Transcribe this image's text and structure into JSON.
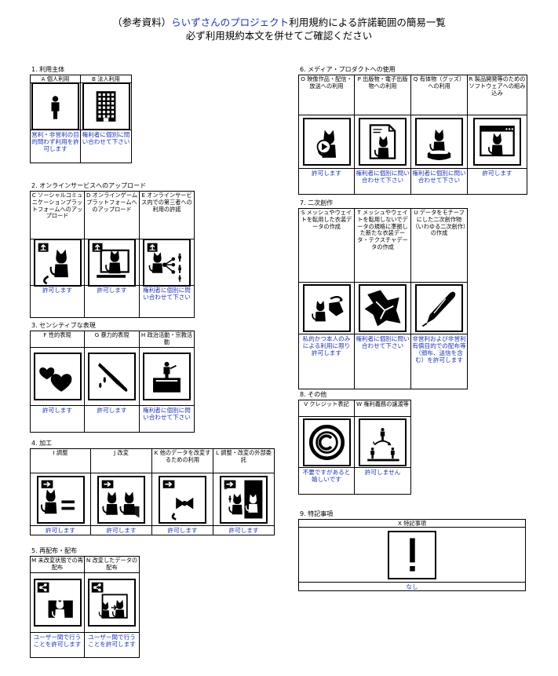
{
  "header": {
    "prefix": "（参考資料）",
    "project": "らいずさんのプロジェクト",
    "suffix": "利用規約による許諾範囲の簡易一覧",
    "subtitle": "必ず利用規約本文を併せてご確認ください"
  },
  "sections": {
    "s1": {
      "title": "1. 利用主体",
      "items": [
        {
          "head": "A 個人利用",
          "icon": "person-icon",
          "foot": "営利・非営利の目的問わず利用を許可します"
        },
        {
          "head": "B 法人利用",
          "icon": "building-icon",
          "foot": "権利者に個別に問い合わせて下さい"
        }
      ]
    },
    "s2": {
      "title": "2. オンラインサービスへのアップロード",
      "items": [
        {
          "head": "C ソーシャルコミュニケーションプラットフォームへのアップロード",
          "icon": "upload-avatar-icon",
          "foot": "許可します"
        },
        {
          "head": "D オンラインゲームプラットフォームへのアップロード",
          "icon": "game-upload-icon",
          "foot": "許可します"
        },
        {
          "head": "E オンラインサービス内での第三者への利用の許諾",
          "icon": "third-party-share-icon",
          "foot": "権利者に個別に問い合わせて下さい"
        }
      ]
    },
    "s3": {
      "title": "3. センシティブな表現",
      "items": [
        {
          "head": "F 性的表現",
          "icon": "hearts-icon",
          "foot": "許可します"
        },
        {
          "head": "G 暴力的表現",
          "icon": "knife-icon",
          "foot": "許可します"
        },
        {
          "head": "H 政治活動・宗教活動",
          "icon": "podium-speaker-icon",
          "foot": "権利者に個別に問い合わせて下さい"
        }
      ]
    },
    "s4": {
      "title": "4. 加工",
      "items": [
        {
          "head": "I 調整",
          "icon": "adjust-icon",
          "foot": "許可します"
        },
        {
          "head": "J 改変",
          "icon": "modify-icon",
          "foot": "許可します"
        },
        {
          "head": "K 他のデータを改変するための利用",
          "icon": "ribbon-modify-icon",
          "foot": "許可します"
        },
        {
          "head": "L 調整・改変の外部委託",
          "icon": "outsourcing-icon",
          "foot": "許可します"
        }
      ]
    },
    "s5": {
      "title": "5. 再配布・配布",
      "items": [
        {
          "head": "M 未改変状態での再配布",
          "icon": "redistribute-icon",
          "foot": "ユーザー間で行うことを許可します"
        },
        {
          "head": "N 改変したデータの配布",
          "icon": "modified-distribute-icon",
          "foot": "ユーザー間で行うことを許可します"
        }
      ]
    },
    "s6": {
      "title": "6. メディア・プロダクトへの使用",
      "items": [
        {
          "head": "O 映像作品・配信・放送への利用",
          "icon": "video-icon",
          "foot": "許可します"
        },
        {
          "head": "P 出版物・電子出版物への利用",
          "icon": "publication-icon",
          "foot": "権利者に個別に問い合わせて下さい"
        },
        {
          "head": "Q 有体物（グッズ）への利用",
          "icon": "figure-goods-icon",
          "foot": "権利者に個別に問い合わせて下さい"
        },
        {
          "head": "R 製品開発等のためのソフトウェアへの組み込み",
          "icon": "software-window-icon",
          "foot": "許可します"
        }
      ]
    },
    "s7": {
      "title": "7. 二次創作",
      "items": [
        {
          "head": "S メッシュやウェイトを転用した衣装データの作成",
          "icon": "costume-reuse-icon",
          "foot": "私的かつ本人のみによる利用に限り許可します"
        },
        {
          "head": "T メッシュやウェイトを転用しないでデータの規格に準拠した新たな衣装データ・テクスチャデータの作成",
          "icon": "fabric-icon",
          "foot": "権利者に個別に問い合わせて下さい"
        },
        {
          "head": "U データをモチーフにした二次創作物（いわゆる二次創作）の作成",
          "icon": "pen-icon",
          "foot": "非営利および非営利有償目的での配布等（頒布、送信を含む）を許可します"
        }
      ]
    },
    "s8": {
      "title": "8. その他",
      "items": [
        {
          "head": "V クレジット表記",
          "icon": "copyright-icon",
          "foot": "不要ですがあると嬉しいです"
        },
        {
          "head": "W 権利義務の譲渡等",
          "icon": "rights-transfer-icon",
          "foot": "許可しません"
        }
      ]
    },
    "s9": {
      "title": "9. 特記事項",
      "items": [
        {
          "head": "X 特記事項",
          "icon": "exclamation-icon",
          "foot": "なし"
        }
      ]
    }
  }
}
